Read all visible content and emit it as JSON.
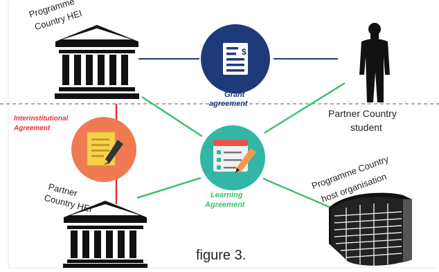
{
  "labels": {
    "programme_country_hei_line1": "Programme",
    "programme_country_hei_line2": "Country HEI",
    "grant_agreement_line1": "Grant",
    "grant_agreement_line2": "agreement",
    "partner_country_student_line1": "Partner Country",
    "partner_country_student_line2": "student",
    "interinstitutional_line1": "Interinstitutional",
    "interinstitutional_line2": "Agreement",
    "partner_country_hei_line1": "Partner",
    "partner_country_hei_line2": "Country HEI",
    "learning_agreement_line1": "Learning",
    "learning_agreement_line2": "Agreement",
    "host_org_line1": "Programme Country",
    "host_org_line2": "host organisation",
    "figure_caption": "figure 3."
  },
  "colors": {
    "navy": "#1f3a7a",
    "green": "#3fbf6a",
    "red": "#e8303a",
    "orange": "#f07b52",
    "teal": "#33b6a6",
    "dark": "#111111"
  },
  "icons": {
    "grant": "document-dollar-icon",
    "interinstitutional": "pencil-paper-icon",
    "learning": "checklist-pencil-icon",
    "hei": "university-building-icon",
    "student": "person-silhouette-icon",
    "host": "office-building-icon"
  }
}
